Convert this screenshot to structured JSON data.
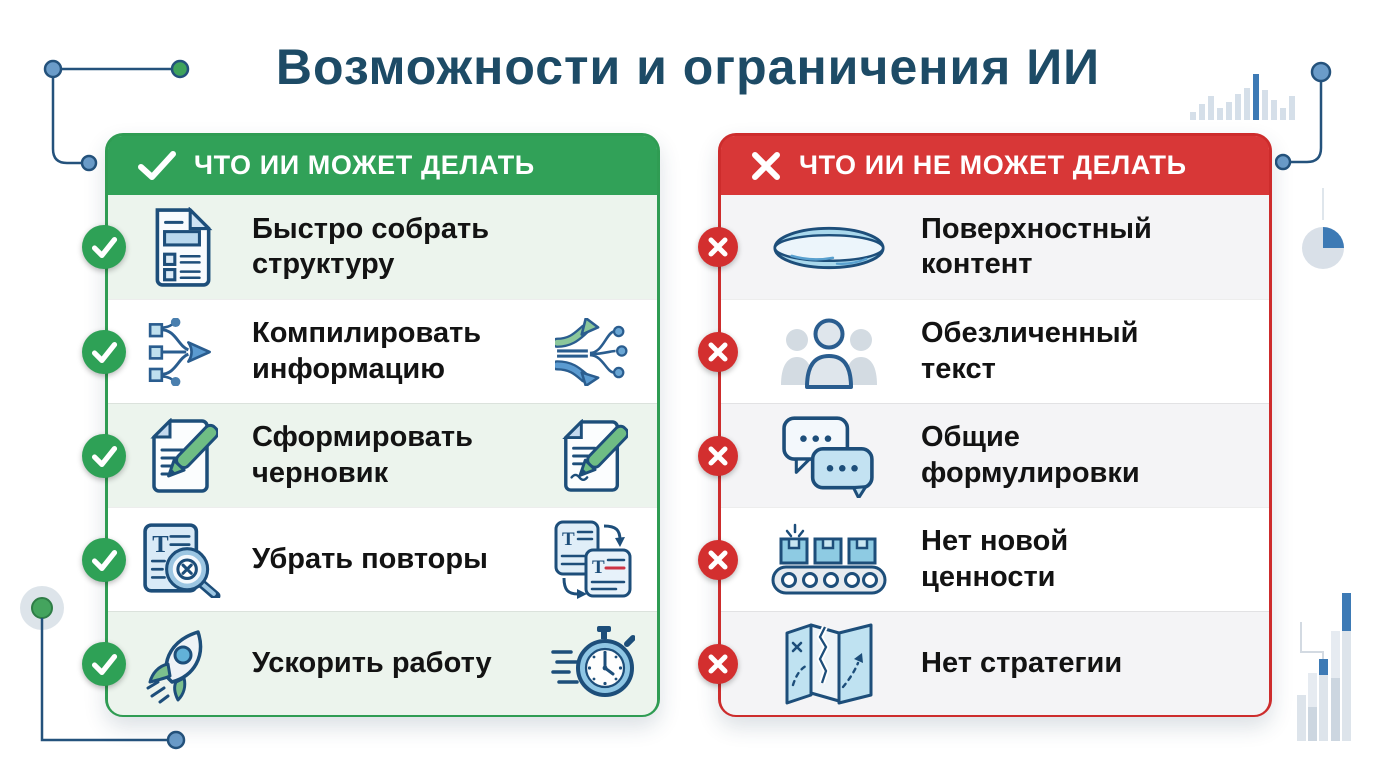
{
  "title": "Возможности и ограничения ИИ",
  "left_panel": {
    "header": "ЧТО ИИ МОЖЕТ ДЕЛАТЬ",
    "header_icon": "checkmark",
    "items": [
      {
        "text": "Быстро собрать структуру",
        "icon_left": "document-structure"
      },
      {
        "text": "Компилировать информацию",
        "icon_left": "merge-arrows",
        "icon_right": "diverge-arrows"
      },
      {
        "text": "Сформировать черновик",
        "icon_left": "draft-pen",
        "icon_right": "draft-pen-signature"
      },
      {
        "text": "Убрать повторы",
        "icon_left": "doc-magnifier-x",
        "icon_right": "dedupe-documents"
      },
      {
        "text": "Ускорить работу",
        "icon_left": "rocket",
        "icon_right": "stopwatch-speed"
      }
    ]
  },
  "right_panel": {
    "header": "ЧТО ИИ НЕ МОЖЕТ ДЕЛАТЬ",
    "header_icon": "cross",
    "items": [
      {
        "text": "Поверхностный контент",
        "icon": "shallow-dish"
      },
      {
        "text": "Обезличенный текст",
        "icon": "faceless-people"
      },
      {
        "text": "Общие формулировки",
        "icon": "generic-chat-bubbles"
      },
      {
        "text": "Нет новой ценности",
        "icon": "conveyor-belt"
      },
      {
        "text": "Нет стратегии",
        "icon": "torn-map"
      }
    ]
  },
  "colors": {
    "green": "#31a158",
    "red": "#d83737",
    "title_navy": "#1d4b66",
    "icon_navy": "#1d4e7a",
    "accent_blue": "#3d7ab5"
  }
}
